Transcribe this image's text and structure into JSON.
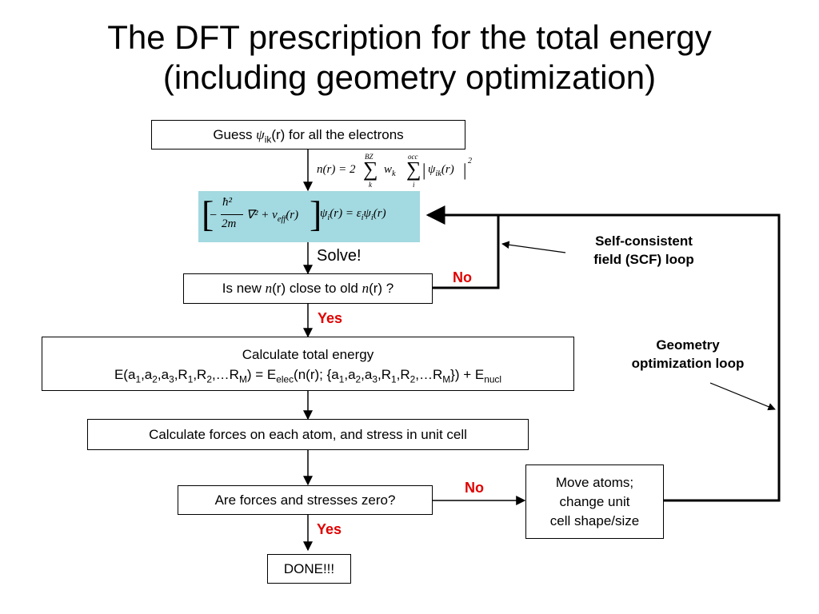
{
  "title": {
    "line1": "The DFT prescription for the total energy",
    "line2": "(including geometry optimization)"
  },
  "boxes": {
    "guess": {
      "pre": "Guess ",
      "psi": "ψ",
      "sub": "ik",
      "post": "(r) for all the electrons"
    },
    "density_eq": {
      "lhs": "n(r) = 2",
      "sum1_top": "BZ",
      "sum1_bottom": "k",
      "wk": "w",
      "wk_sub": "k",
      "sum2_top": "occ",
      "sum2_bottom": "i",
      "psi": "ψ",
      "psi_sub": "ik",
      "arg": "(r)",
      "power": "2"
    },
    "ks_eq": {
      "hbar": "ħ²",
      "twom": "2m",
      "minus": "−",
      "laplacian": "∇² + v",
      "veff_sub": "eff",
      "veff_arg": "(r)",
      "psi_i": "ψ",
      "i": "i",
      "arg1": "(r) = ε",
      "eps_sub": "i",
      "psi_i2": "ψ",
      "i2": "i",
      "arg2": "(r)"
    },
    "solve": "Solve!",
    "close": {
      "pre": "Is new ",
      "n1": "n",
      "mid": "(r) close to old ",
      "n2": "n",
      "post": "(r) ?"
    },
    "energy": {
      "line1": "Calculate total energy"
    },
    "forces": "Calculate forces on each atom, and stress in unit cell",
    "zero": "Are forces and stresses zero?",
    "move": {
      "line1": "Move atoms;",
      "line2": "change unit",
      "line3": "cell shape/size"
    },
    "done": "DONE!!!"
  },
  "labels": {
    "no1": "No",
    "yes1": "Yes",
    "no2": "No",
    "yes2": "Yes"
  },
  "notes": {
    "scf_line1": "Self-consistent",
    "scf_line2": "field (SCF) loop",
    "geo_line1": "Geometry",
    "geo_line2": "optimization loop"
  },
  "colors": {
    "highlight": "#a3d9e0",
    "label_red": "#e00000"
  }
}
